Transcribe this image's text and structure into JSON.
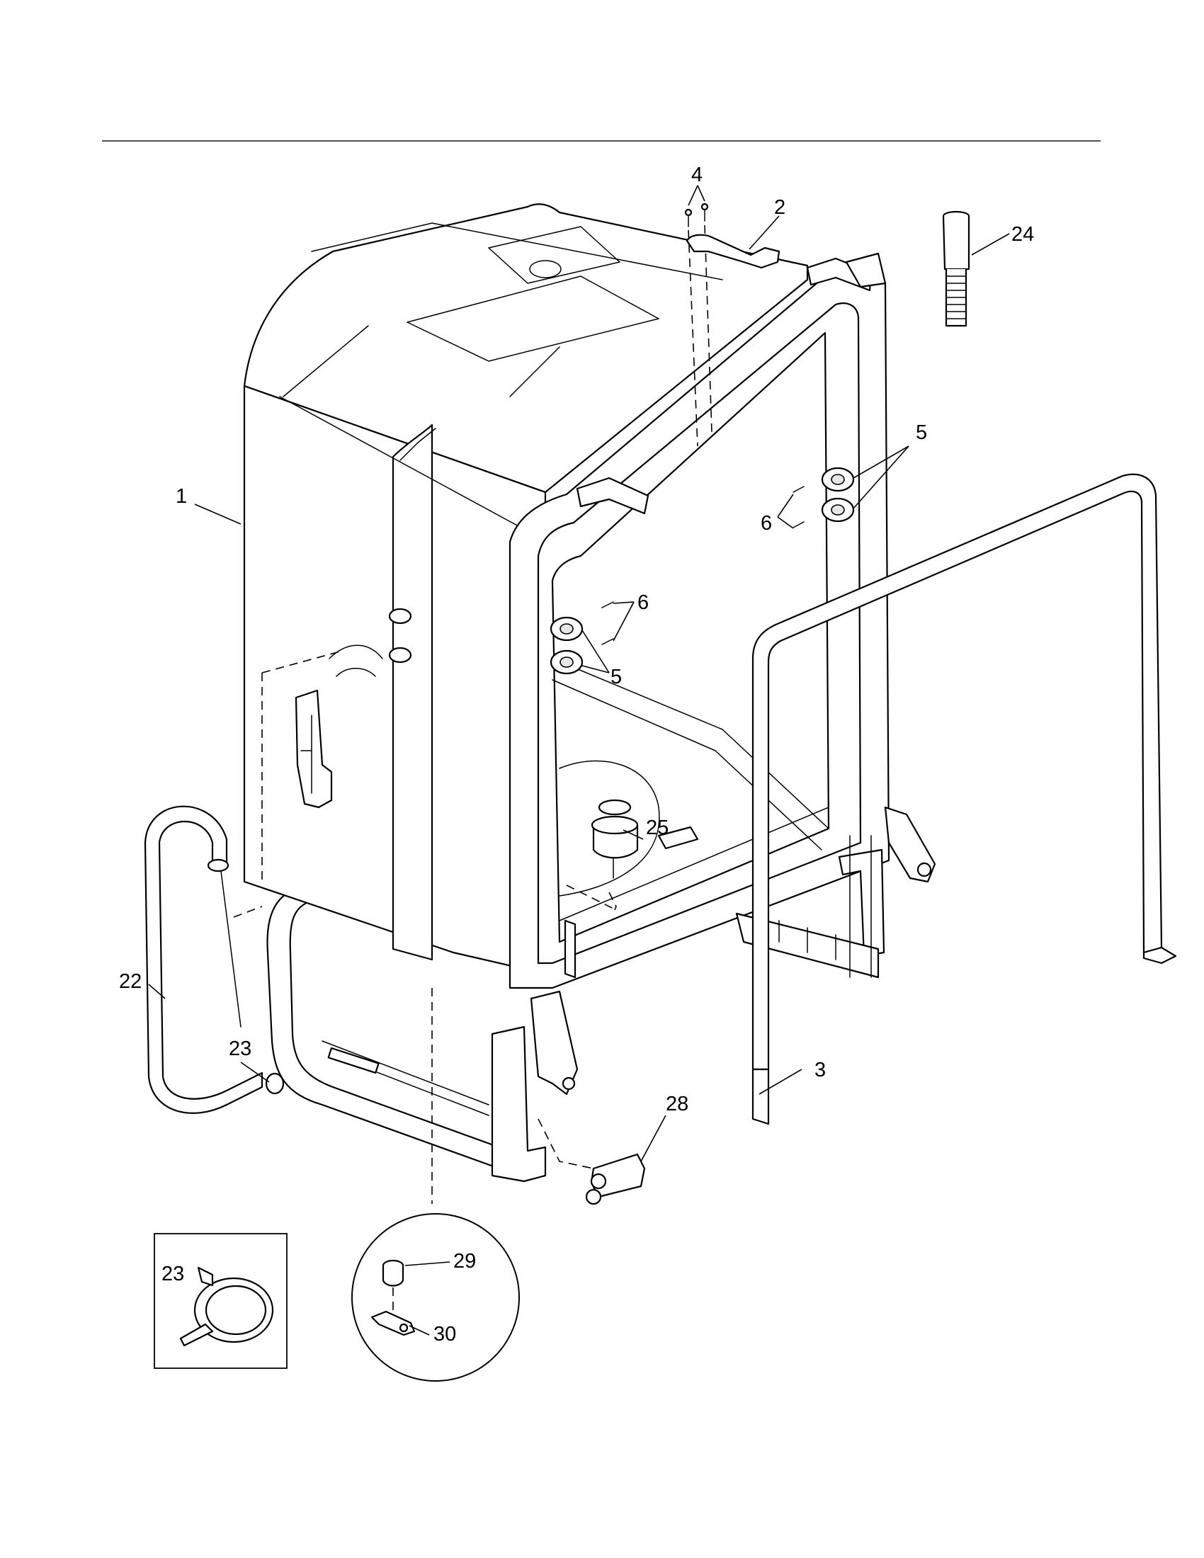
{
  "callouts": {
    "c1": "1",
    "c2": "2",
    "c3": "3",
    "c4": "4",
    "c5a": "5",
    "c5b": "5",
    "c6a": "6",
    "c6b": "6",
    "c22": "22",
    "c23a": "23",
    "c23b": "23",
    "c24": "24",
    "c25": "25",
    "c28": "28",
    "c29": "29",
    "c30": "30"
  }
}
